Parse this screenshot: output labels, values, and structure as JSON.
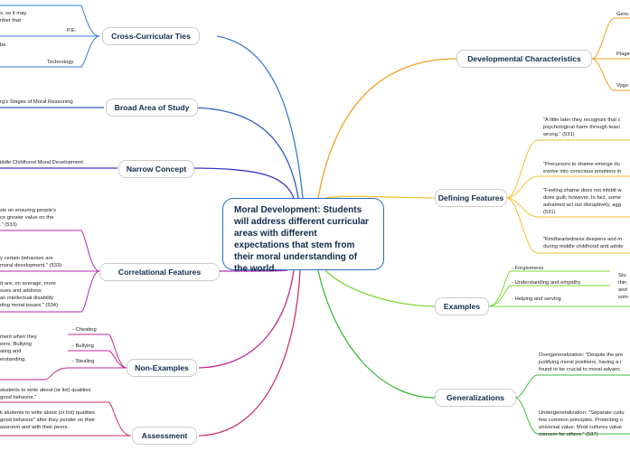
{
  "central": {
    "title": "Moral Development: Students will address different curricular areas with different expectations that stem from their moral understanding of the world.",
    "color": "#2a6fbf"
  },
  "left": {
    "cross_curricular": {
      "label": "Cross-Curricular Ties",
      "color": "#3a7bd5",
      "items": [
        "s, so it may",
        "nber that",
        "P.E.",
        "be",
        "Technology"
      ]
    },
    "broad_area": {
      "label": "Broad Area of Study",
      "color": "#2e5cc7",
      "items": [
        "rg's Stages of Moral Reasoning"
      ]
    },
    "narrow_concept": {
      "label": "Narrow Concept",
      "color": "#3b35c9",
      "items": [
        "iddle Childhood Moral Development"
      ]
    },
    "correlational": {
      "label": "Correlational Features",
      "color": "#b52ab1",
      "items": [
        "sis on ensuring people's",
        "ce greater value on the",
        ".\" (533)",
        "y certain behaviors are",
        "moral development.\" (533)",
        "d are, on average, more",
        "sues and address",
        "an intellectual disability",
        "ding moral issues.\" (534)"
      ]
    },
    "non_examples": {
      "label": "Non-Examples",
      "color": "#c42a93",
      "items": [
        "ment when they",
        "eers. Bullying",
        "aling and",
        "erstanding.",
        "- Cheating",
        "- Bullying",
        "- Stealing"
      ]
    },
    "assessment": {
      "label": "Assessment",
      "color": "#d42f6c",
      "items": [
        "students to write about (or list) qualities",
        "good behavior.\"",
        "k students to write about (or list) qualities",
        "good behavior\" after they ponder on their",
        "assroom and with their peers."
      ]
    }
  },
  "right": {
    "developmental": {
      "label": "Developmental Characteristics",
      "color": "#f0a020",
      "items": [
        "Genc",
        "Piage",
        "Vygo"
      ]
    },
    "defining": {
      "label": "Defining Features",
      "color": "#f2c230",
      "items": [
        "\"A little later they recognize that c",
        "psychological harm through teasi",
        "wrong.\" (531)",
        "\"Precursors to shame emerge du",
        "evolve into conscious emotions in",
        "\"Feeling shame does not inhibit w",
        "does guilt, however. In fact, some",
        "ashamed act out disruptively, agg",
        "(531)",
        "\"Kindheartedness deepens and m",
        "during middle childhood and adole"
      ]
    },
    "examples": {
      "label": "Examples",
      "color": "#7fd83a",
      "items": [
        "- Forgiveness",
        "- Understanding and empathy",
        "- Helping and serving",
        "Stu",
        "thin",
        "and",
        "som"
      ]
    },
    "generalizations": {
      "label": "Generalizations",
      "color": "#3dbb3d",
      "items": [
        "Overgeneralization: \"Despite the pre",
        "justifying moral positions, having a r",
        "found to be crucial to moral advanc",
        "Undergeneralization: \"Separate cultu",
        "few common principles. Protecting o",
        "universal value. Most cultures value",
        "concern for others.\" (537)"
      ]
    }
  }
}
